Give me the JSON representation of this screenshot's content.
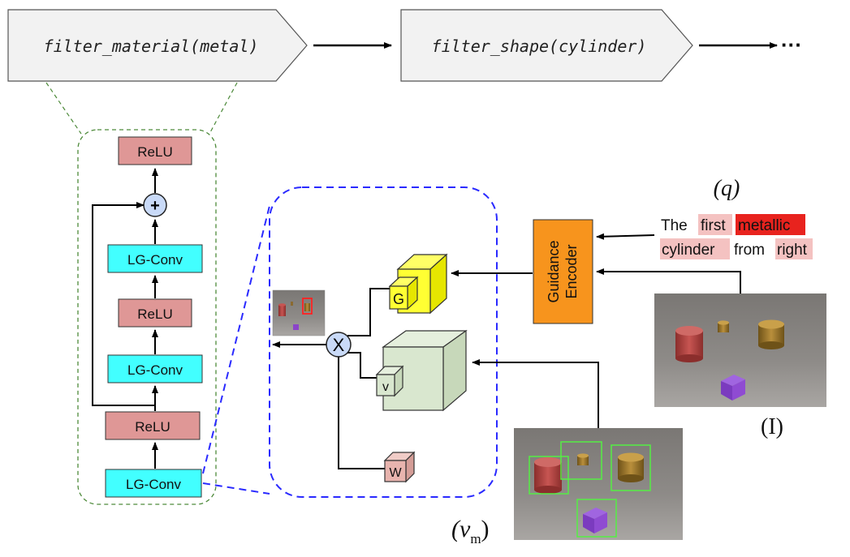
{
  "program": {
    "step1": "filter_material(metal)",
    "step2": "filter_shape(cylinder)",
    "ellipsis": "···"
  },
  "module": {
    "relu": "ReLU",
    "lgconv": "LG-Conv",
    "plus": "+"
  },
  "attention": {
    "multiply": "X",
    "g_label": "G",
    "v_label": "v",
    "w_label": "W"
  },
  "encoder": {
    "line1": "Guidance",
    "line2": "Encoder"
  },
  "query": {
    "label": "(q)",
    "words": [
      "The",
      "first",
      "metallic",
      "cylinder",
      "from",
      "right"
    ]
  },
  "image": {
    "label": "(I)"
  },
  "visual_features": {
    "label_v": "(v",
    "label_sub": "m",
    "label_close": ")"
  },
  "colors": {
    "relu": "#df9796",
    "lgconv": "#42ffff",
    "encoder": "#f7941d",
    "g_cube": "#ffff33",
    "v_cube": "#d9e7cf",
    "w_cube": "#e8b4ae",
    "dashed_blue": "#2a2aff",
    "dashed_green": "#4d8a3a",
    "highlight_strong": "#e8231e",
    "highlight_light": "#f4c2c1",
    "bbox_green": "#55ee44"
  }
}
